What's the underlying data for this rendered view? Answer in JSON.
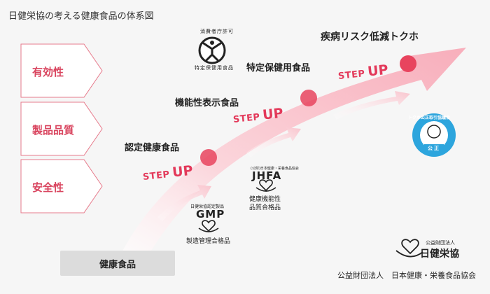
{
  "title": "日健栄協の考える健康食品の体系図",
  "attributes": [
    "有効性",
    "製品品質",
    "安全性"
  ],
  "stages": {
    "base": "健康食品",
    "certified": "認定健康食品",
    "functional": "機能性表示食品",
    "tokuho": "特定保健用食品",
    "disease_risk": "疾病リスク低減トクホ"
  },
  "step_up": {
    "step": "STEP",
    "up": "UP"
  },
  "certs": {
    "gmp_caption": "日健栄協認定製品",
    "gmp_mark": "GMP",
    "gmp_label": "製造管理合格品",
    "jhfa_caption": "(公財)日本健康・栄養食品協会",
    "jhfa_mark": "JHFA",
    "jhfa_label_1": "健康機能性",
    "jhfa_label_2": "品質合格品",
    "caa_top": "消費者庁許可",
    "caa_bottom": "特定保健用食品",
    "fair_ring": "トクホ公正取引協議会",
    "fair_center": "公正"
  },
  "footer": {
    "org_name": "公益財団法人　日本健康・栄養食品協会",
    "logo_caption": "公益財団法人",
    "logo_name": "日健栄協"
  },
  "colors": {
    "accent": "#e3395a",
    "dot": "#e8445e",
    "arrow_light": "#fbd3da",
    "fair_blue": "#2da5dd"
  }
}
